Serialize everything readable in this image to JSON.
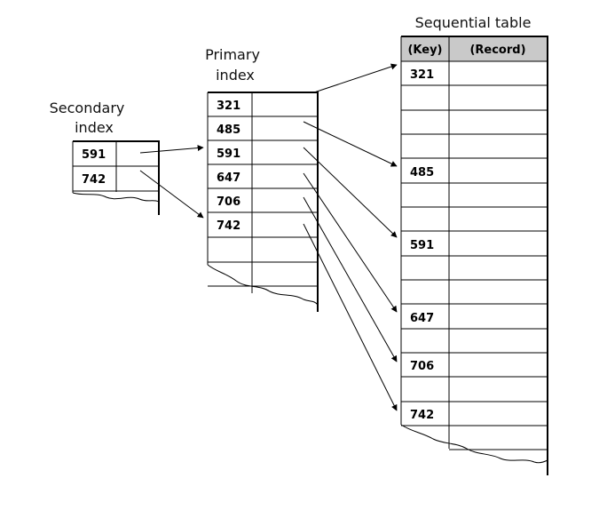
{
  "secondary_index": {
    "title_line1": "Secondary",
    "title_line2": "index",
    "keys": [
      "591",
      "742"
    ]
  },
  "primary_index": {
    "title_line1": "Primary",
    "title_line2": "index",
    "keys": [
      "321",
      "485",
      "591",
      "647",
      "706",
      "742"
    ]
  },
  "sequential_table": {
    "title": "Sequential table",
    "header_key": "(Key)",
    "header_record": "(Record)",
    "keys": [
      "321",
      "485",
      "591",
      "647",
      "706",
      "742"
    ]
  },
  "colors": {
    "header_fill": "#c9c9c9",
    "lines": "#000000"
  }
}
